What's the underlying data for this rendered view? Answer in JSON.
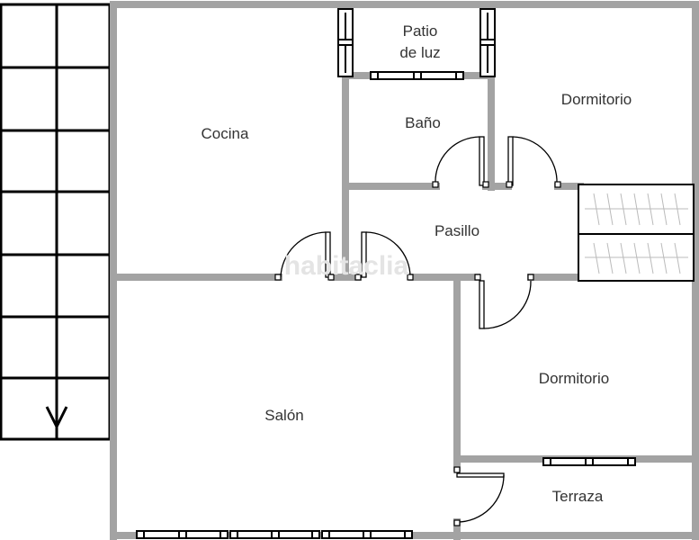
{
  "rooms": {
    "patio_line1": "Patio",
    "patio_line2": "de luz",
    "bano": "Baño",
    "dormitorio_1": "Dormitorio",
    "cocina": "Cocina",
    "pasillo": "Pasillo",
    "dormitorio_2": "Dormitorio",
    "salon": "Salón",
    "terraza": "Terraza"
  },
  "watermark": "habitaclia",
  "colors": {
    "wall": "#a3a3a3",
    "lines": "#000000",
    "text": "#333333"
  }
}
